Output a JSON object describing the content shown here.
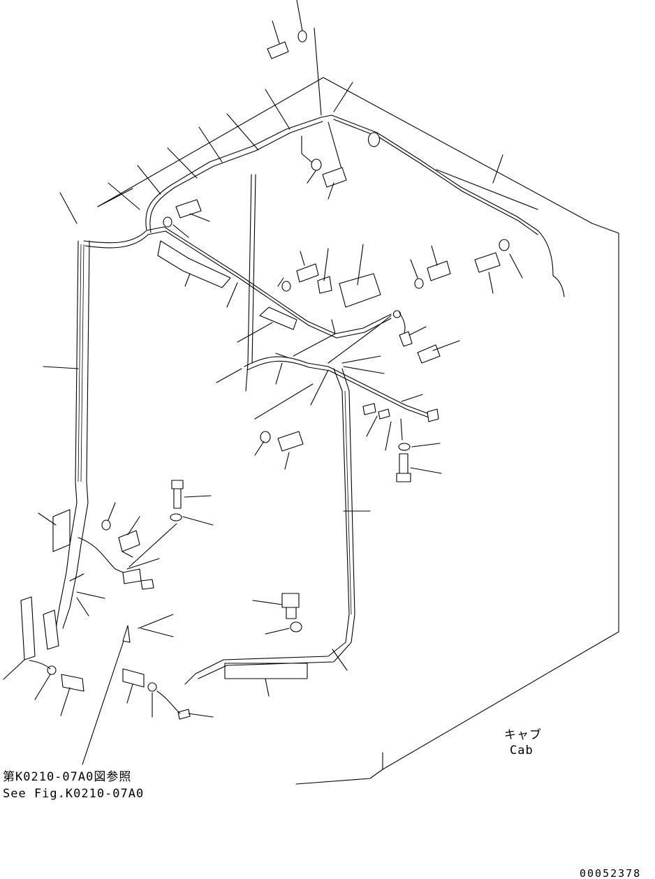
{
  "labels": {
    "cab_jp": "キャブ",
    "cab_en": "Cab",
    "ref_jp": "第K0210-07A0図参照",
    "ref_en": "See Fig.K0210-07A0",
    "drawing_number": "00052378"
  }
}
